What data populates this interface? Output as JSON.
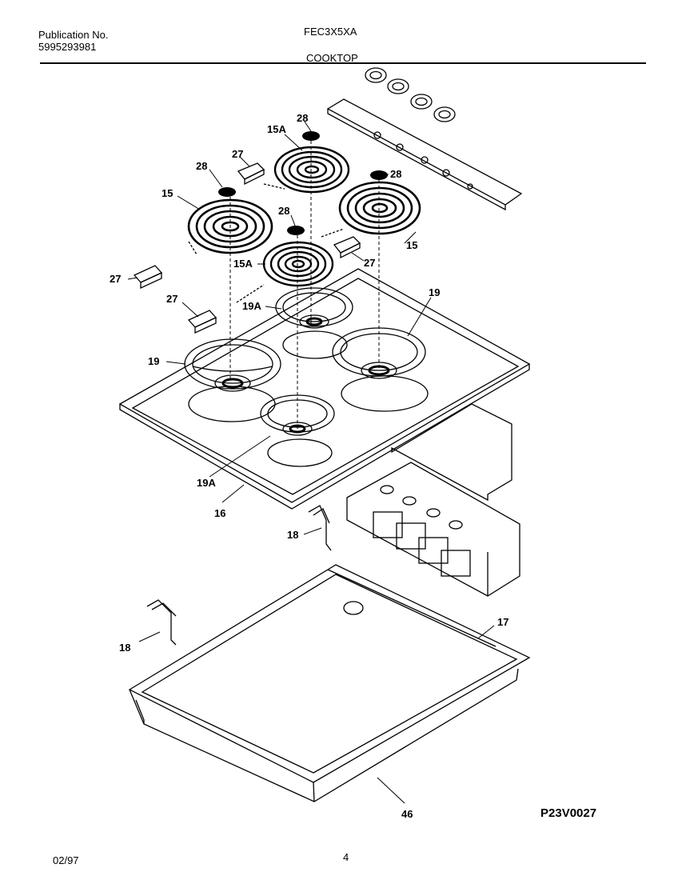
{
  "header": {
    "publication_label": "Publication No.",
    "publication_number": "5995293981",
    "model": "FEC3X5XA",
    "section": "COOKTOP"
  },
  "callouts": {
    "c28a": "28",
    "c15a_top": "15A",
    "c27a": "27",
    "c28b": "28",
    "c28c": "28",
    "c15_left": "15",
    "c28d": "28",
    "c15_right": "15",
    "c27b": "27",
    "c15a_mid": "15A",
    "c27c": "27",
    "c27d": "27",
    "c19a_top": "19A",
    "c19_right": "19",
    "c19_left": "19",
    "c19a_bottom": "19A",
    "c16": "16",
    "c18_top": "18",
    "c18_left": "18",
    "c17": "17",
    "c46": "46"
  },
  "footer": {
    "drawing_id": "P23V0027",
    "date": "02/97",
    "page": "4"
  }
}
